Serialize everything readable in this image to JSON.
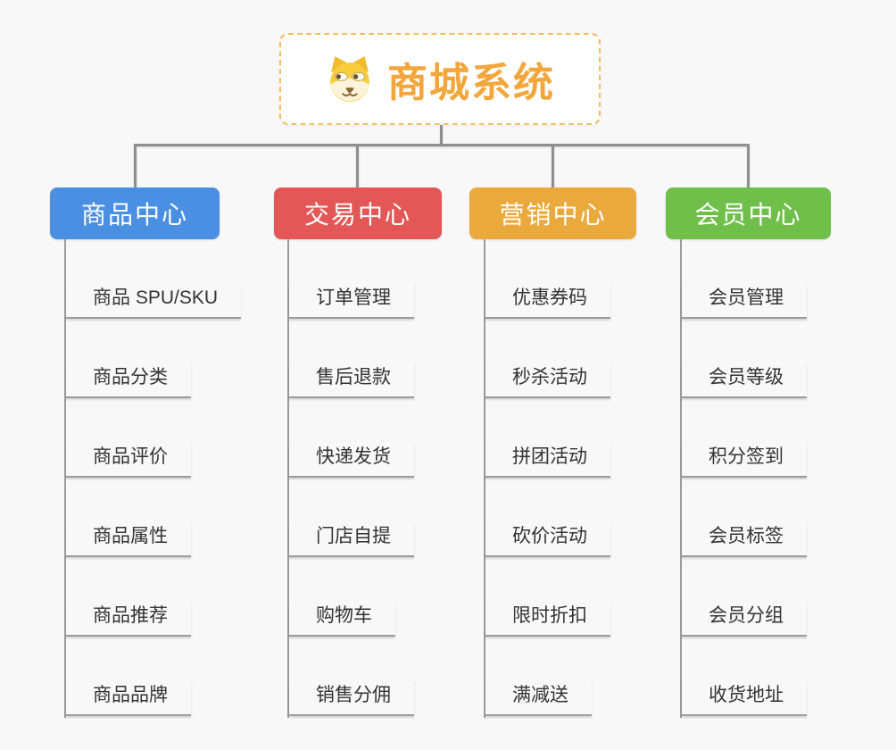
{
  "page": {
    "background": "#f8f8f8",
    "connector_color": "#8f8f8f",
    "child_line_color": "#9c9c9c",
    "child_text_color": "#333333"
  },
  "root": {
    "title": "商城系统",
    "accent_color": "#f2a63c",
    "border_color": "#f4bd66",
    "icon": "dog-face-icon"
  },
  "branches": [
    {
      "label": "商品中心",
      "color": "#4b8fe2",
      "children": [
        "商品 SPU/SKU",
        "商品分类",
        "商品评价",
        "商品属性",
        "商品推荐",
        "商品品牌"
      ]
    },
    {
      "label": "交易中心",
      "color": "#e35757",
      "children": [
        "订单管理",
        "售后退款",
        "快递发货",
        "门店自提",
        "购物车",
        "销售分佣"
      ]
    },
    {
      "label": "营销中心",
      "color": "#e9a93d",
      "children": [
        "优惠券码",
        "秒杀活动",
        "拼团活动",
        "砍价活动",
        "限时折扣",
        "满减送"
      ]
    },
    {
      "label": "会员中心",
      "color": "#70bf4b",
      "children": [
        "会员管理",
        "会员等级",
        "积分签到",
        "会员标签",
        "会员分组",
        "收货地址"
      ]
    }
  ]
}
